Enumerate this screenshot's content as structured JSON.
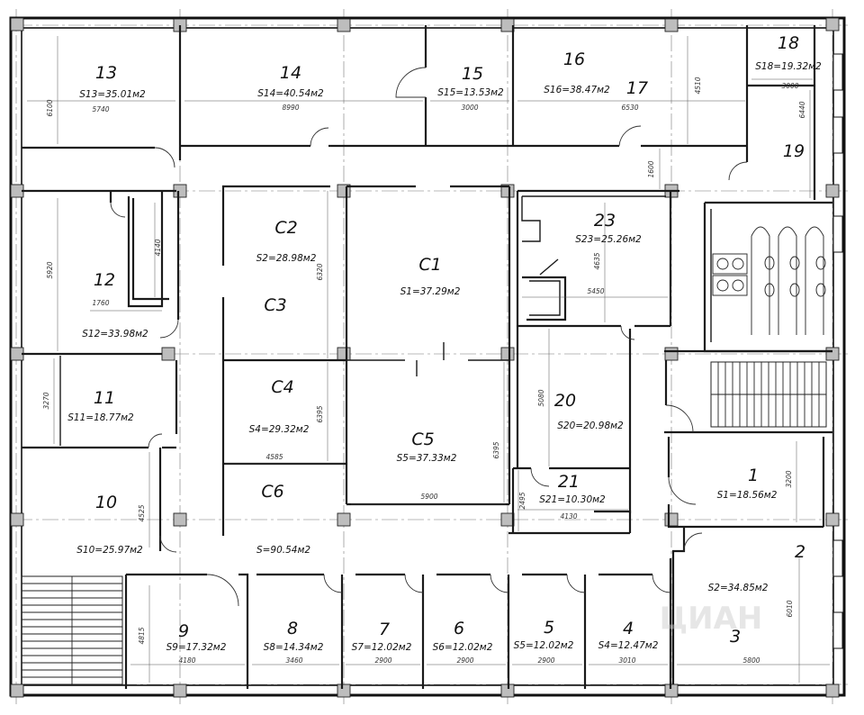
{
  "rooms": [
    {
      "id": "r13",
      "number": "13",
      "area": "S13=35.01м2"
    },
    {
      "id": "r14",
      "number": "14",
      "area": "S14=40.54м2"
    },
    {
      "id": "r15",
      "number": "15",
      "area": "S15=13.53м2"
    },
    {
      "id": "r16",
      "number": "16",
      "area": "S16=38.47м2"
    },
    {
      "id": "r17",
      "number": "17",
      "area": ""
    },
    {
      "id": "r18",
      "number": "18",
      "area": "S18=19.32м2"
    },
    {
      "id": "r19",
      "number": "19",
      "area": ""
    },
    {
      "id": "r12",
      "number": "12",
      "area": "S12=33.98м2"
    },
    {
      "id": "rc2",
      "number": "C2",
      "area": "S2=28.98м2"
    },
    {
      "id": "rc3",
      "number": "C3",
      "area": ""
    },
    {
      "id": "rc1",
      "number": "C1",
      "area": "S1=37.29м2"
    },
    {
      "id": "r23",
      "number": "23",
      "area": "S23=25.26м2"
    },
    {
      "id": "r11",
      "number": "11",
      "area": "S11=18.77м2"
    },
    {
      "id": "rc4",
      "number": "C4",
      "area": "S4=29.32м2"
    },
    {
      "id": "rc5",
      "number": "C5",
      "area": "S5=37.33м2"
    },
    {
      "id": "r20",
      "number": "20",
      "area": "S20=20.98м2"
    },
    {
      "id": "r1",
      "number": "1",
      "area": "S1=18.56м2"
    },
    {
      "id": "rc6",
      "number": "C6",
      "area": ""
    },
    {
      "id": "r21",
      "number": "21",
      "area": "S21=10.30м2"
    },
    {
      "id": "r10",
      "number": "10",
      "area": "S10=25.97м2"
    },
    {
      "id": "corr",
      "number": "",
      "area": "S=90.54м2"
    },
    {
      "id": "r2",
      "number": "2",
      "area": ""
    },
    {
      "id": "r2a",
      "number": "",
      "area": "S2=34.85м2"
    },
    {
      "id": "r3",
      "number": "3",
      "area": ""
    },
    {
      "id": "r9",
      "number": "9",
      "area": "S9=17.32м2"
    },
    {
      "id": "r8",
      "number": "8",
      "area": "S8=14.34м2"
    },
    {
      "id": "r7",
      "number": "7",
      "area": "S7=12.02м2"
    },
    {
      "id": "r6",
      "number": "6",
      "area": "S6=12.02м2"
    },
    {
      "id": "r5",
      "number": "5",
      "area": "S5=12.02м2"
    },
    {
      "id": "r4",
      "number": "4",
      "area": "S4=12.47м2"
    }
  ],
  "dimensions": [
    {
      "id": "d5740",
      "text": "5740"
    },
    {
      "id": "d6100",
      "text": "6100"
    },
    {
      "id": "d8990",
      "text": "8990"
    },
    {
      "id": "d3000a",
      "text": "3000"
    },
    {
      "id": "d6530",
      "text": "6530"
    },
    {
      "id": "d4510",
      "text": "4510"
    },
    {
      "id": "d3000b",
      "text": "3000"
    },
    {
      "id": "d6440",
      "text": "6440"
    },
    {
      "id": "d1600",
      "text": "1600"
    },
    {
      "id": "d5920",
      "text": "5920"
    },
    {
      "id": "d4140",
      "text": "4140"
    },
    {
      "id": "d1760",
      "text": "1760"
    },
    {
      "id": "d6320",
      "text": "6320"
    },
    {
      "id": "d4635",
      "text": "4635"
    },
    {
      "id": "d5450",
      "text": "5450"
    },
    {
      "id": "d3270",
      "text": "3270"
    },
    {
      "id": "d6395a",
      "text": "6395"
    },
    {
      "id": "d4585",
      "text": "4585"
    },
    {
      "id": "d5080",
      "text": "5080"
    },
    {
      "id": "d6395b",
      "text": "6395"
    },
    {
      "id": "d3200",
      "text": "3200"
    },
    {
      "id": "d5900",
      "text": "5900"
    },
    {
      "id": "d2495",
      "text": "2495"
    },
    {
      "id": "d4130",
      "text": "4130"
    },
    {
      "id": "d4525",
      "text": "4525"
    },
    {
      "id": "d6010",
      "text": "6010"
    },
    {
      "id": "d4815",
      "text": "4815"
    },
    {
      "id": "d4180",
      "text": "4180"
    },
    {
      "id": "d3460",
      "text": "3460"
    },
    {
      "id": "d2900a",
      "text": "2900"
    },
    {
      "id": "d2900b",
      "text": "2900"
    },
    {
      "id": "d2900c",
      "text": "2900"
    },
    {
      "id": "d3010",
      "text": "3010"
    },
    {
      "id": "d5800",
      "text": "5800"
    }
  ],
  "watermark": "ЦИАН"
}
